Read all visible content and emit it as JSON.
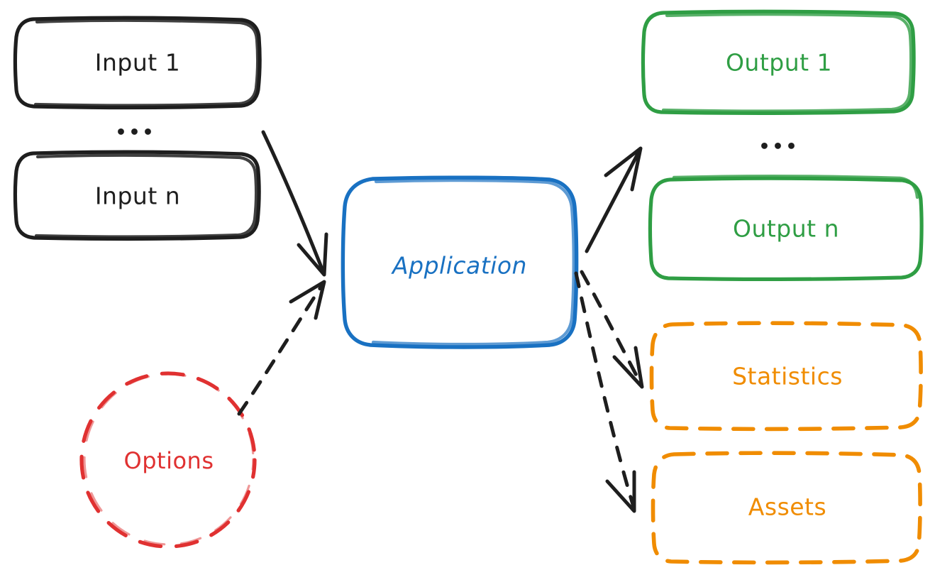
{
  "diagram": {
    "title": "Application Input Output Flow",
    "background": "#ffffff",
    "colors": {
      "black": "#1e1e1e",
      "blue": "#1971c2",
      "green": "#2f9e44",
      "orange": "#f08c00",
      "red": "#e03131"
    },
    "nodes": {
      "input_1": {
        "label": "Input 1",
        "shape": "rounded-rectangle",
        "stroke": "#1e1e1e",
        "style": "solid"
      },
      "input_n": {
        "label": "Input n",
        "shape": "rounded-rectangle",
        "stroke": "#1e1e1e",
        "style": "solid"
      },
      "input_ellipsis": {
        "label": "•••"
      },
      "application": {
        "label": "Application",
        "shape": "rounded-rectangle",
        "stroke": "#1971c2",
        "style": "solid"
      },
      "options": {
        "label": "Options",
        "shape": "ellipse",
        "stroke": "#e03131",
        "style": "dashed"
      },
      "output_1": {
        "label": "Output 1",
        "shape": "rounded-rectangle",
        "stroke": "#2f9e44",
        "style": "solid"
      },
      "output_n": {
        "label": "Output n",
        "shape": "rounded-rectangle",
        "stroke": "#2f9e44",
        "style": "solid"
      },
      "output_ellipsis": {
        "label": "•••"
      },
      "statistics": {
        "label": "Statistics",
        "shape": "rounded-rectangle",
        "stroke": "#f08c00",
        "style": "dashed"
      },
      "assets": {
        "label": "Assets",
        "shape": "rounded-rectangle",
        "stroke": "#f08c00",
        "style": "dashed"
      }
    },
    "edges": [
      {
        "name": "inputs-to-application",
        "from": "inputs",
        "to": "application",
        "style": "solid",
        "arrowhead": "end",
        "stroke": "#1e1e1e"
      },
      {
        "name": "options-to-application",
        "from": "options",
        "to": "application",
        "style": "dashed",
        "arrowhead": "end",
        "stroke": "#1e1e1e"
      },
      {
        "name": "application-to-outputs",
        "from": "application",
        "to": "outputs",
        "style": "solid",
        "arrowhead": "end",
        "stroke": "#1e1e1e"
      },
      {
        "name": "application-to-statistics",
        "from": "application",
        "to": "statistics",
        "style": "dashed",
        "arrowhead": "end",
        "stroke": "#1e1e1e"
      },
      {
        "name": "application-to-assets",
        "from": "application",
        "to": "assets",
        "style": "dashed",
        "arrowhead": "end",
        "stroke": "#1e1e1e"
      }
    ]
  }
}
